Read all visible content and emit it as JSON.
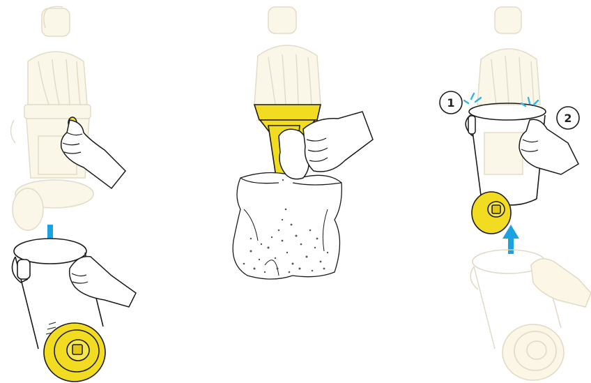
{
  "panels": [
    {
      "id": "remove-bin",
      "arrow_direction": "down"
    },
    {
      "id": "empty-bin"
    },
    {
      "id": "refit-bin",
      "arrow_direction": "up",
      "steps": [
        {
          "label": "1"
        },
        {
          "label": "2"
        }
      ]
    }
  ],
  "colors": {
    "accent_yellow": "#f2dc22",
    "arrow_blue": "#1aa3e0",
    "click_blue": "#2fb4ea",
    "ghost_fill": "#fbf6e4",
    "ghost_stroke": "#d9d2bb",
    "line": "#1a1a1a",
    "skin": "#ffffff"
  }
}
